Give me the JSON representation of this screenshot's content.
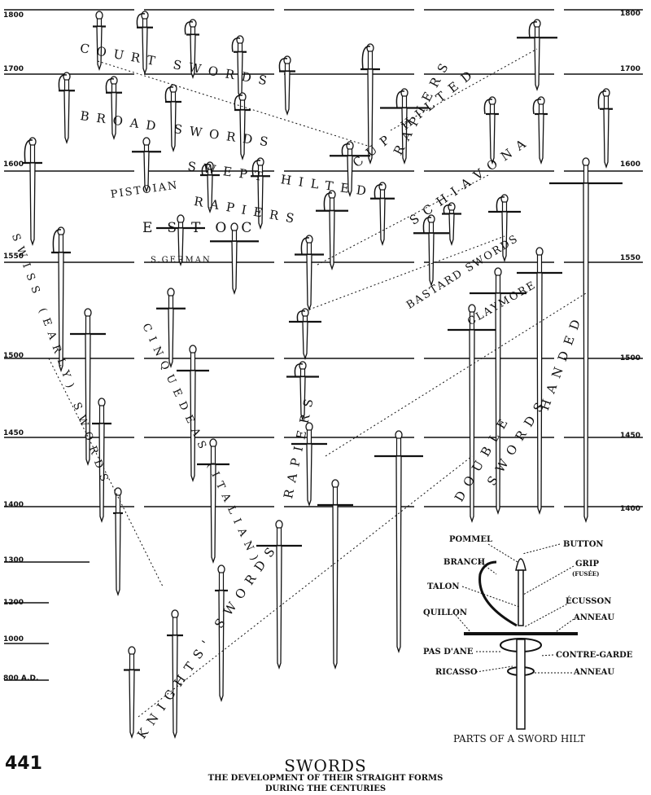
{
  "plate_number": "441",
  "title": "SWORDS",
  "subtitle": "THE DEVELOPMENT OF THEIR STRAIGHT FORMS",
  "subtitle2": "DURING THE CENTURIES",
  "years_left": [
    "1800",
    "1700",
    "1600",
    "1550",
    "1500",
    "1450",
    "1400",
    "1300",
    "1200",
    "1000",
    "800 A.D."
  ],
  "years_right": [
    "1800",
    "1700",
    "1600",
    "1550",
    "1500",
    "1450",
    "1400"
  ],
  "groups": {
    "court_swords": "COURT SWORDS",
    "broad_swords": "BROAD SWORDS",
    "cup_hilted": "CUP HILTED",
    "cup_rapiers": "RAPIERS",
    "schiavona": "SCHIAVONA",
    "swept_hilted": "SWEPT HILTED",
    "swept_rapiers": "RAPIERS",
    "pistoian": "PISTOIAN",
    "estoc": "ESTOC",
    "s_german": "S.GERMAN",
    "bastard_swords": "BASTARD SWORDS",
    "claymore": "CLAYMORE",
    "two_handed": "HANDED",
    "double": "DOUBLE",
    "double_swords": "SWORDS",
    "swiss": "SWISS (EARLY) SWORDS",
    "cinquedeas": "CINQUEDEAS (ITALIAN)",
    "rapiers": "RAPIERS",
    "knights_swords": "KNIGHTS' SWORDS"
  },
  "hilt_parts": {
    "caption": "PARTS OF A SWORD HILT",
    "pommel": "POMMEL",
    "button": "BUTTON",
    "branch": "BRANCH",
    "grip": "GRIP",
    "grip_sub": "(FUSÉE)",
    "talon": "TALON",
    "ecusson": "ÉCUSSON",
    "quillon": "QUILLON",
    "anneau_1": "ANNEAU",
    "pas_dane": "PAS D'ANE",
    "contre_garde": "CONTRE-GARDE",
    "ricasso": "RICASSO",
    "anneau_2": "ANNEAU"
  }
}
